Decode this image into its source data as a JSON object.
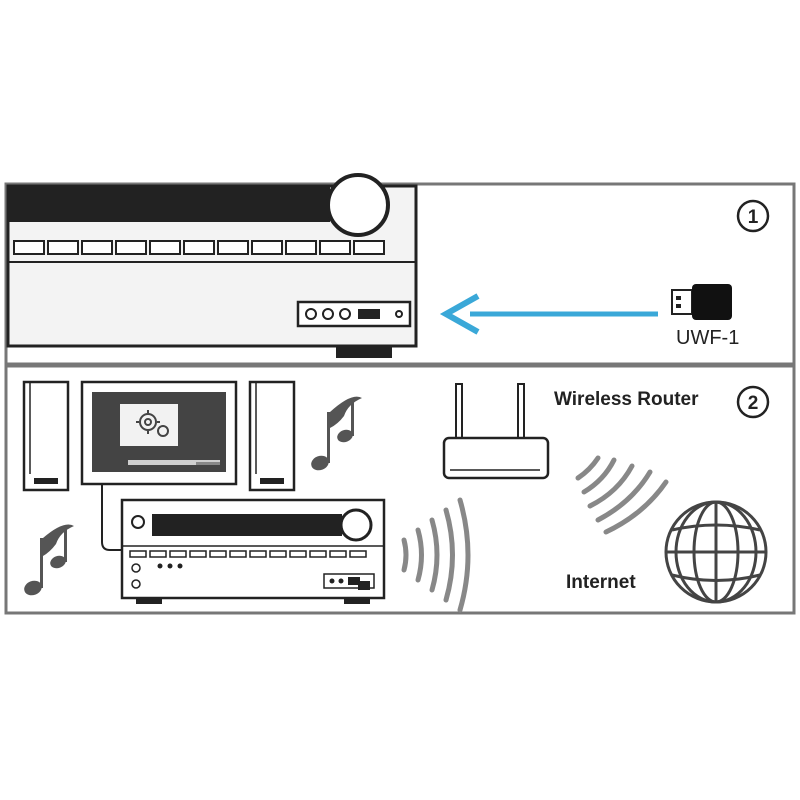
{
  "panel1": {
    "step_number": "1",
    "device_label": "UWF-1",
    "icons": [
      "receiver-front-icon",
      "usb-adapter-icon",
      "arrow-left-icon"
    ]
  },
  "panel2": {
    "step_number": "2",
    "router_label": "Wireless Router",
    "internet_label": "Internet",
    "icons": [
      "speaker-icon",
      "tv-icon",
      "gear-icon",
      "av-receiver-icon",
      "music-note-icon",
      "router-icon",
      "wifi-waves-icon",
      "globe-icon"
    ]
  },
  "colors": {
    "arrow": "#3aa8d8",
    "line": "#333333",
    "frame": "#777777",
    "fill_light": "#eeeeee",
    "fill_dark": "#222222"
  }
}
